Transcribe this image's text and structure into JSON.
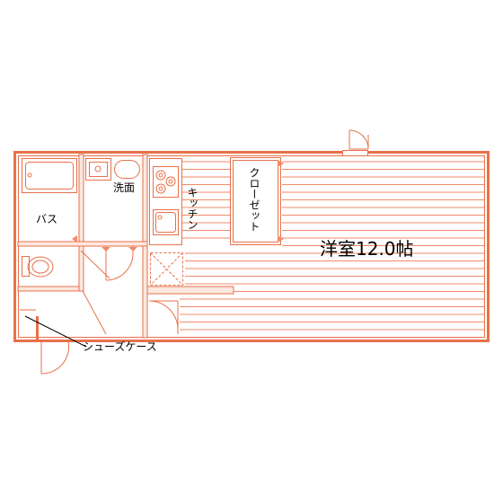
{
  "colors": {
    "wall": "#e8704a",
    "line": "#f08a6a",
    "fill": "#fce8df",
    "text": "#000000"
  },
  "rooms": {
    "main_room": "洋室12.0帖",
    "closet": "クローゼット",
    "kitchen": "キッチン",
    "washroom": "洗面",
    "bath": "バス",
    "shoe_case": "シューズケース"
  },
  "icons": {
    "bathtub": "bathtub-icon",
    "sink": "sink-icon",
    "washbasin": "washbasin-icon",
    "stove": "stove-icon",
    "kitchen_sink": "kitchen-sink-icon",
    "toilet": "toilet-icon",
    "washer": "washer-space-icon"
  }
}
